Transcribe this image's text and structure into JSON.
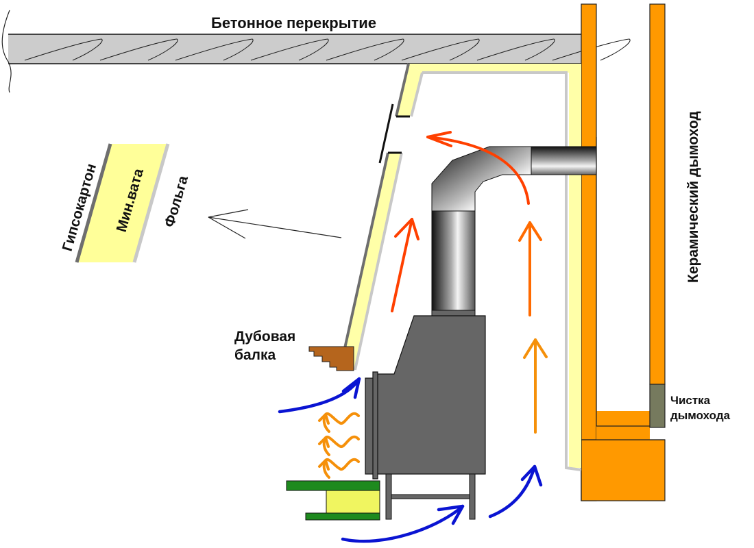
{
  "diagram": {
    "type": "fireplace-chimney-cross-section",
    "labels": {
      "ceiling": "Бетонное перекрытие",
      "chimney": "Керамический дымоход",
      "oak_beam_line1": "Дубовая",
      "oak_beam_line2": "балка",
      "cleanout_line1": "Чистка",
      "cleanout_line2": "дымохода"
    },
    "legend": {
      "layers": [
        {
          "name": "Гипсокартон",
          "color": "#6e6e6e"
        },
        {
          "name": "Мин.вата",
          "color": "#ffff99"
        },
        {
          "name": "Фольга",
          "color": "#c8c8c8"
        }
      ]
    },
    "colors": {
      "concrete": "#cccccc",
      "brick": "#ff9900",
      "insulation": "#ffffa8",
      "drywall": "#6e6e6e",
      "foil": "#c8c8c8",
      "stove": "#666666",
      "oak": "#b5651d",
      "cleanout_door": "#767a5e",
      "hearth_green": "#1e8a1e",
      "hearth_fill": "#f0f560",
      "cold_air": "#0a14d2",
      "hot_air": "#ff4000",
      "warm_air": "#f5900a",
      "radiant_heat": "#f5900a"
    }
  }
}
